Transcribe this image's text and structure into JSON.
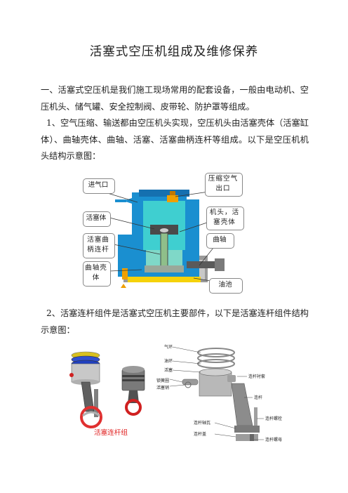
{
  "document": {
    "title": "活塞式空压机组成及维修保养",
    "para1": "一、活塞式空压机是我们施工现场常用的配套设备，一般由电动机、空压机头、储气罐、安全控制阀、皮带轮、防护罩等组成。",
    "para2": "1、空气压缩、输送都由空压机头实现，空压机头由活塞壳体（活塞缸体）、曲轴壳体、曲轴、活塞、活塞曲柄连杆等组成。以下是空压机机头结构示意图：",
    "para3": "2、活塞连杆组件是活塞式空压机主要部件，以下是活塞连杆组件结构示意图："
  },
  "figure1": {
    "labels": {
      "intake": "进气口",
      "outlet": "压缩空气出口",
      "piston": "活塞体",
      "head": "机头，活塞壳体",
      "rod": "活塞曲柄连杆",
      "crank": "曲轴",
      "crankcase": "曲轴壳体",
      "oil": "油池"
    },
    "colors": {
      "cylinder": "#1a8fd0",
      "piston": "#3fcfd0",
      "oil": "#f5d20a",
      "outlet": "#f0a000",
      "rod": "#8fbf8a"
    }
  },
  "figure2": {
    "caption": "活塞连杆组",
    "parts": {
      "ring1": "气环",
      "ring2": "油环",
      "piston": "活塞",
      "circlip": "锁簧圈",
      "pin": "活塞销",
      "bushing": "连杆衬套",
      "rod": "连杆",
      "bolt": "连杆螺栓",
      "bearing": "连杆轴瓦",
      "cap": "连杆盖",
      "nut": "连杆螺母"
    }
  }
}
